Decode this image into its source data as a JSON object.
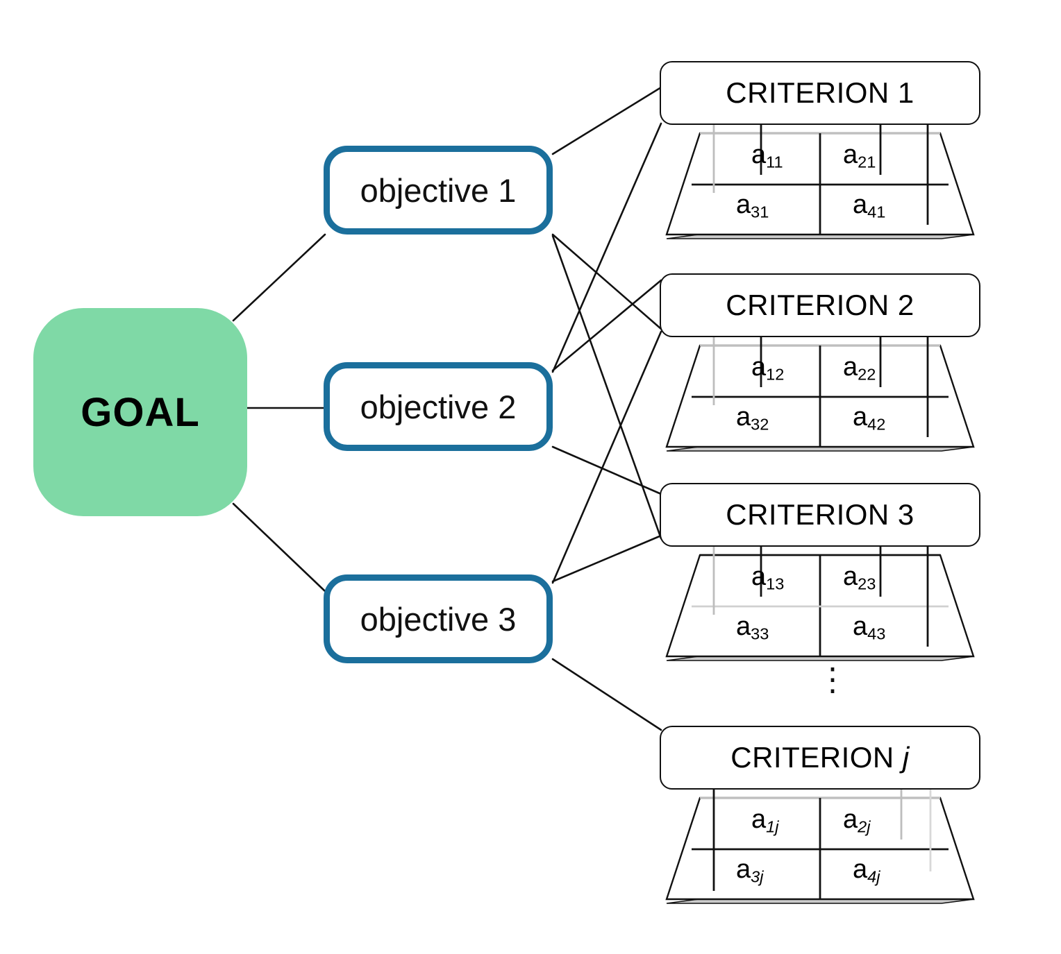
{
  "diagram": {
    "title": "AHP hierarchy: goal, objectives, criteria and alternatives",
    "colors": {
      "goal_fill": "#7fd9a6",
      "objective_border": "#1b6f9c",
      "criterion_border": "#101010",
      "edge_line": "#111111",
      "alternatives_base_fill": "#cccccc"
    }
  },
  "goal": {
    "label": "GOAL"
  },
  "objectives": [
    {
      "label": "objective 1"
    },
    {
      "label": "objective 2"
    },
    {
      "label": "objective 3"
    }
  ],
  "criteria": [
    {
      "label_prefix": "CRITERION",
      "index": "1",
      "index_italic": false,
      "alternatives": [
        {
          "base": "a",
          "sub": "11",
          "sub_italic": false
        },
        {
          "base": "a",
          "sub": "21",
          "sub_italic": false
        },
        {
          "base": "a",
          "sub": "31",
          "sub_italic": false
        },
        {
          "base": "a",
          "sub": "41",
          "sub_italic": false
        }
      ]
    },
    {
      "label_prefix": "CRITERION",
      "index": "2",
      "index_italic": false,
      "alternatives": [
        {
          "base": "a",
          "sub": "12",
          "sub_italic": false
        },
        {
          "base": "a",
          "sub": "22",
          "sub_italic": false
        },
        {
          "base": "a",
          "sub": "32",
          "sub_italic": false
        },
        {
          "base": "a",
          "sub": "42",
          "sub_italic": false
        }
      ]
    },
    {
      "label_prefix": "CRITERION",
      "index": "3",
      "index_italic": false,
      "alternatives": [
        {
          "base": "a",
          "sub": "13",
          "sub_italic": false
        },
        {
          "base": "a",
          "sub": "23",
          "sub_italic": false
        },
        {
          "base": "a",
          "sub": "33",
          "sub_italic": false
        },
        {
          "base": "a",
          "sub": "43",
          "sub_italic": false
        }
      ]
    },
    {
      "label_prefix": "CRITERION",
      "index": "j",
      "index_italic": true,
      "alternatives": [
        {
          "base": "a",
          "sub": "1j",
          "sub_italic": true
        },
        {
          "base": "a",
          "sub": "2j",
          "sub_italic": true
        },
        {
          "base": "a",
          "sub": "3j",
          "sub_italic": true
        },
        {
          "base": "a",
          "sub": "4j",
          "sub_italic": true
        }
      ]
    }
  ],
  "continuation": {
    "symbol": "⋮"
  },
  "connections": {
    "goal_to_objectives": [
      "objective 1",
      "objective 2",
      "objective 3"
    ],
    "objective_1_to": [
      "CRITERION 1",
      "CRITERION 2",
      "CRITERION 3"
    ],
    "objective_2_to": [
      "CRITERION 1",
      "CRITERION 2",
      "CRITERION 3"
    ],
    "objective_3_to": [
      "CRITERION 2",
      "CRITERION 3",
      "CRITERION j"
    ]
  }
}
